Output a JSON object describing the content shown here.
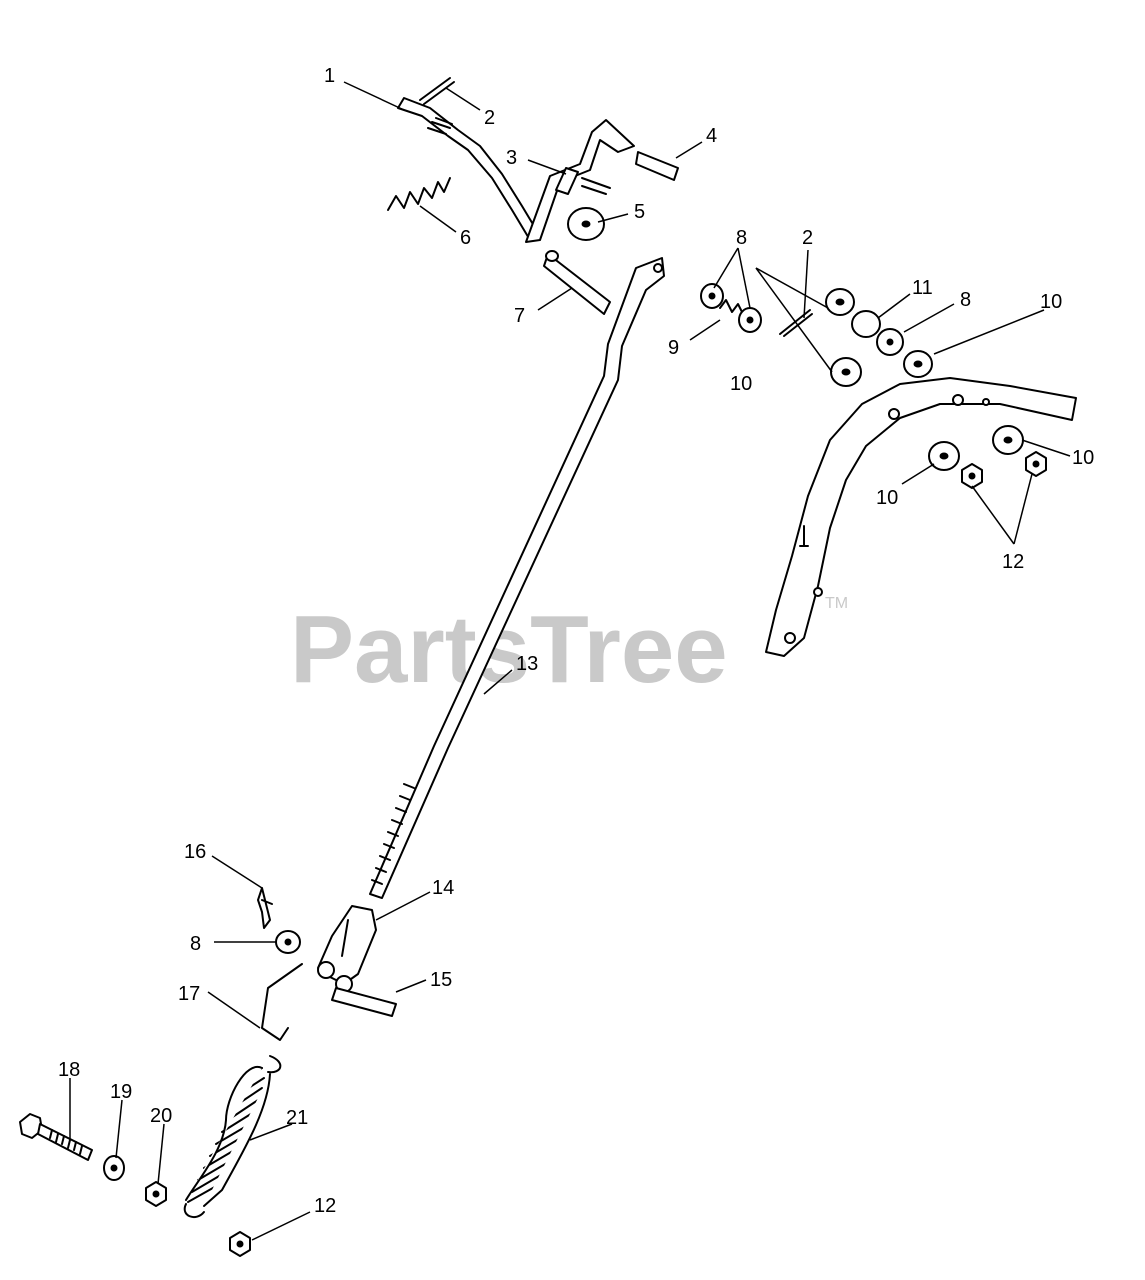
{
  "watermark": {
    "text": "PartsTree",
    "trademark": "TM",
    "color": "#c9c9c9"
  },
  "callouts": {
    "c1": "1",
    "c2a": "2",
    "c2b": "2",
    "c3": "3",
    "c4": "4",
    "c5": "5",
    "c6": "6",
    "c7": "7",
    "c8a": "8",
    "c8b": "8",
    "c8c": "8",
    "c9": "9",
    "c10a": "10",
    "c10b": "10",
    "c10c": "10",
    "c10d": "10",
    "c11": "11",
    "c12a": "12",
    "c12b": "12",
    "c13": "13",
    "c14": "14",
    "c15": "15",
    "c16": "16",
    "c17": "17",
    "c18": "18",
    "c19": "19",
    "c20": "20",
    "c21": "21"
  }
}
